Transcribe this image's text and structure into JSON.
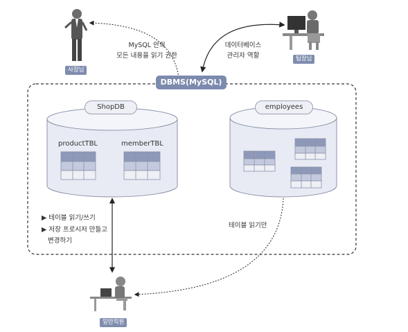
{
  "actors": {
    "ceo": "사장님",
    "team_lead": "팀장님",
    "employee": "일반직원"
  },
  "dbms_label": "DBMS(MySQL)",
  "databases": {
    "shop": {
      "name": "ShopDB",
      "tables": [
        "productTBL",
        "memberTBL"
      ]
    },
    "employees": {
      "name": "employees"
    }
  },
  "permissions": {
    "ceo_line1": "MySQL 안의",
    "ceo_line2": "모든 내용을 읽기 권한",
    "lead_line1": "데이터베이스",
    "lead_line2": "관리자 역할",
    "employee_shop_1": "▶ 테이블 읽기/쓰기",
    "employee_shop_2": "▶ 저장 프로시저 만들고",
    "employee_shop_3": "변경하기",
    "employee_emp": "테이블 읽기만"
  },
  "colors": {
    "accent": "#7c8aae",
    "cylinder_fill": "#e8ebf4",
    "cylinder_stroke": "#8a92a8",
    "table_dark": "#8e99ba",
    "table_mid": "#c4cade",
    "table_light": "#eef0f6"
  }
}
